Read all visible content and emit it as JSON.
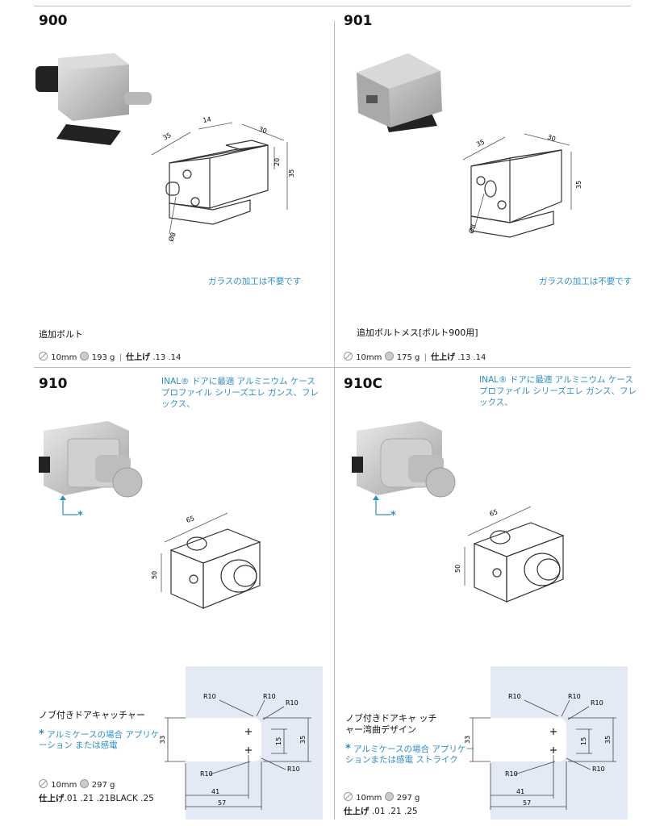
{
  "products": [
    {
      "code": "900",
      "note": "ガラスの加工は不要です",
      "name": "追加ボルト",
      "glass": "10mm",
      "weight": "193 g",
      "finish_label": "仕上げ",
      "finish": ".13 .14",
      "dims": [
        "14",
        "35",
        "30",
        "20",
        "35",
        "Ø8"
      ]
    },
    {
      "code": "901",
      "note": "ガラスの加工は不要です",
      "name": "追加ボルトメス[ボルト900用]",
      "glass": "10mm",
      "weight": "175 g",
      "finish_label": "仕上げ",
      "finish": ".13 .14",
      "dims": [
        "35",
        "30",
        "35",
        "Ø8"
      ]
    },
    {
      "code": "910",
      "note": "INAL® ドアに最適 アルミニウム ケースプロファイル シリーズエレ ガンス、フレックス、",
      "name": "ノブ付きドアキャッチャー",
      "asterisk_note": "アルミケースの場合 アプリケーション または感電",
      "glass": "10mm",
      "weight": "297 g",
      "finish_label": "仕上げ",
      "finish": ".01 .21 .21BLACK .25",
      "dims": [
        "65",
        "50"
      ],
      "template_dims": [
        "R10",
        "R10",
        "R10",
        "R10",
        "R10",
        "33",
        "15",
        "35",
        "41",
        "57"
      ]
    },
    {
      "code": "910C",
      "note": "INAL® ドアに最適 アルミニウム ケースプロファイル シリーズエレ ガンス、フレックス、",
      "name": "ノブ付きドアキャ ッチャー湾曲デザイン",
      "asterisk_note": "アルミケースの場合 アプリケーションまたは感電 ストライク",
      "glass": "10mm",
      "weight": "297 g",
      "finish_label": "仕上げ",
      "finish": ".01 .21 .25",
      "dims": [
        "65",
        "50"
      ],
      "template_dims": [
        "R10",
        "R10",
        "R10",
        "R10",
        "R10",
        "33",
        "15",
        "35",
        "41",
        "57"
      ]
    }
  ],
  "asterisk": "*",
  "colors": {
    "accent_blue": "#2a8fc4",
    "template_bg": "#e3e9f5",
    "metal": "#c9c9c9"
  }
}
